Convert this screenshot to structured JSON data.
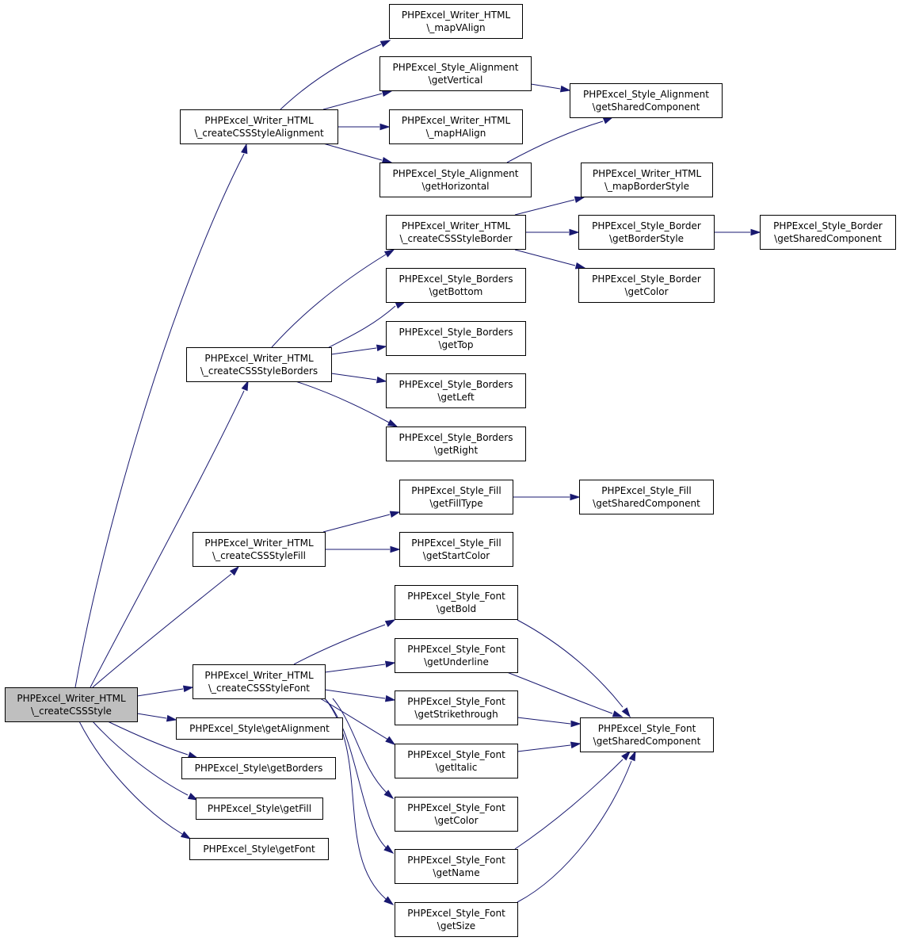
{
  "diagram": {
    "type": "call-graph",
    "colors": {
      "edge": "#191970",
      "node_border": "#000000",
      "node_fill": "#ffffff",
      "root_fill": "#bfbfbf"
    },
    "nodes": [
      {
        "id": "root",
        "lines": [
          "PHPExcel_Writer_HTML",
          "\\_createCSSStyle"
        ],
        "highlight": true
      },
      {
        "id": "align",
        "lines": [
          "PHPExcel_Writer_HTML",
          "\\_createCSSStyleAlignment"
        ]
      },
      {
        "id": "mapV",
        "lines": [
          "PHPExcel_Writer_HTML",
          "\\_mapVAlign"
        ]
      },
      {
        "id": "getVert",
        "lines": [
          "PHPExcel_Style_Alignment",
          "\\getVertical"
        ]
      },
      {
        "id": "mapH",
        "lines": [
          "PHPExcel_Writer_HTML",
          "\\_mapHAlign"
        ]
      },
      {
        "id": "getHoriz",
        "lines": [
          "PHPExcel_Style_Alignment",
          "\\getHorizontal"
        ]
      },
      {
        "id": "alignShared",
        "lines": [
          "PHPExcel_Style_Alignment",
          "\\getSharedComponent"
        ]
      },
      {
        "id": "borders",
        "lines": [
          "PHPExcel_Writer_HTML",
          "\\_createCSSStyleBorders"
        ]
      },
      {
        "id": "border",
        "lines": [
          "PHPExcel_Writer_HTML",
          "\\_createCSSStyleBorder"
        ]
      },
      {
        "id": "mapBorder",
        "lines": [
          "PHPExcel_Writer_HTML",
          "\\_mapBorderStyle"
        ]
      },
      {
        "id": "getBorderStyle",
        "lines": [
          "PHPExcel_Style_Border",
          "\\getBorderStyle"
        ]
      },
      {
        "id": "borderShared",
        "lines": [
          "PHPExcel_Style_Border",
          "\\getSharedComponent"
        ]
      },
      {
        "id": "borderColor",
        "lines": [
          "PHPExcel_Style_Border",
          "\\getColor"
        ]
      },
      {
        "id": "getBottom",
        "lines": [
          "PHPExcel_Style_Borders",
          "\\getBottom"
        ]
      },
      {
        "id": "getTop",
        "lines": [
          "PHPExcel_Style_Borders",
          "\\getTop"
        ]
      },
      {
        "id": "getLeft",
        "lines": [
          "PHPExcel_Style_Borders",
          "\\getLeft"
        ]
      },
      {
        "id": "getRight",
        "lines": [
          "PHPExcel_Style_Borders",
          "\\getRight"
        ]
      },
      {
        "id": "fill",
        "lines": [
          "PHPExcel_Writer_HTML",
          "\\_createCSSStyleFill"
        ]
      },
      {
        "id": "getFillType",
        "lines": [
          "PHPExcel_Style_Fill",
          "\\getFillType"
        ]
      },
      {
        "id": "fillShared",
        "lines": [
          "PHPExcel_Style_Fill",
          "\\getSharedComponent"
        ]
      },
      {
        "id": "getStartColor",
        "lines": [
          "PHPExcel_Style_Fill",
          "\\getStartColor"
        ]
      },
      {
        "id": "font",
        "lines": [
          "PHPExcel_Writer_HTML",
          "\\_createCSSStyleFont"
        ]
      },
      {
        "id": "getBold",
        "lines": [
          "PHPExcel_Style_Font",
          "\\getBold"
        ]
      },
      {
        "id": "getUnderline",
        "lines": [
          "PHPExcel_Style_Font",
          "\\getUnderline"
        ]
      },
      {
        "id": "getStrike",
        "lines": [
          "PHPExcel_Style_Font",
          "\\getStrikethrough"
        ]
      },
      {
        "id": "getItalic",
        "lines": [
          "PHPExcel_Style_Font",
          "\\getItalic"
        ]
      },
      {
        "id": "fontColor",
        "lines": [
          "PHPExcel_Style_Font",
          "\\getColor"
        ]
      },
      {
        "id": "getName",
        "lines": [
          "PHPExcel_Style_Font",
          "\\getName"
        ]
      },
      {
        "id": "getSize",
        "lines": [
          "PHPExcel_Style_Font",
          "\\getSize"
        ]
      },
      {
        "id": "fontShared",
        "lines": [
          "PHPExcel_Style_Font",
          "\\getSharedComponent"
        ]
      },
      {
        "id": "styleAlign",
        "lines": [
          "PHPExcel_Style\\getAlignment"
        ]
      },
      {
        "id": "styleBorders",
        "lines": [
          "PHPExcel_Style\\getBorders"
        ]
      },
      {
        "id": "styleFill",
        "lines": [
          "PHPExcel_Style\\getFill"
        ]
      },
      {
        "id": "styleFont",
        "lines": [
          "PHPExcel_Style\\getFont"
        ]
      }
    ],
    "edges": [
      [
        "root",
        "align"
      ],
      [
        "root",
        "borders"
      ],
      [
        "root",
        "fill"
      ],
      [
        "root",
        "font"
      ],
      [
        "root",
        "styleAlign"
      ],
      [
        "root",
        "styleBorders"
      ],
      [
        "root",
        "styleFill"
      ],
      [
        "root",
        "styleFont"
      ],
      [
        "align",
        "mapV"
      ],
      [
        "align",
        "getVert"
      ],
      [
        "align",
        "mapH"
      ],
      [
        "align",
        "getHoriz"
      ],
      [
        "getVert",
        "alignShared"
      ],
      [
        "getHoriz",
        "alignShared"
      ],
      [
        "borders",
        "border"
      ],
      [
        "borders",
        "getBottom"
      ],
      [
        "borders",
        "getTop"
      ],
      [
        "borders",
        "getLeft"
      ],
      [
        "borders",
        "getRight"
      ],
      [
        "border",
        "mapBorder"
      ],
      [
        "border",
        "getBorderStyle"
      ],
      [
        "border",
        "borderColor"
      ],
      [
        "getBorderStyle",
        "borderShared"
      ],
      [
        "fill",
        "getFillType"
      ],
      [
        "fill",
        "getStartColor"
      ],
      [
        "getFillType",
        "fillShared"
      ],
      [
        "font",
        "getBold"
      ],
      [
        "font",
        "getUnderline"
      ],
      [
        "font",
        "getStrike"
      ],
      [
        "font",
        "getItalic"
      ],
      [
        "font",
        "fontColor"
      ],
      [
        "font",
        "getName"
      ],
      [
        "font",
        "getSize"
      ],
      [
        "getBold",
        "fontShared"
      ],
      [
        "getUnderline",
        "fontShared"
      ],
      [
        "getStrike",
        "fontShared"
      ],
      [
        "getItalic",
        "fontShared"
      ],
      [
        "getName",
        "fontShared"
      ],
      [
        "getSize",
        "fontShared"
      ]
    ]
  }
}
